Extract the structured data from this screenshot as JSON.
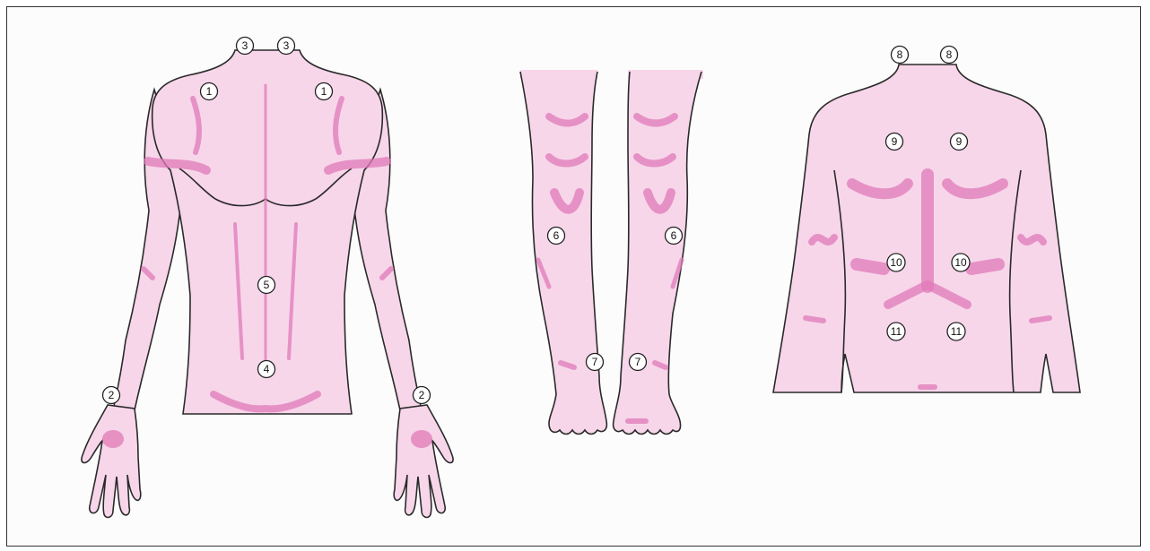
{
  "figure": {
    "views": [
      {
        "name": "front-torso-arms"
      },
      {
        "name": "front-legs"
      },
      {
        "name": "back-torso-arms"
      }
    ]
  },
  "markers": {
    "m1": "1",
    "m2": "2",
    "m3": "3",
    "m4": "4",
    "m5": "5",
    "m6": "6",
    "m7": "7",
    "m8": "8",
    "m9": "9",
    "m10": "10",
    "m11": "11"
  },
  "colors": {
    "skin": "#f7d6ea",
    "shade": "#e07ab8",
    "outline": "#2a2a2a"
  }
}
